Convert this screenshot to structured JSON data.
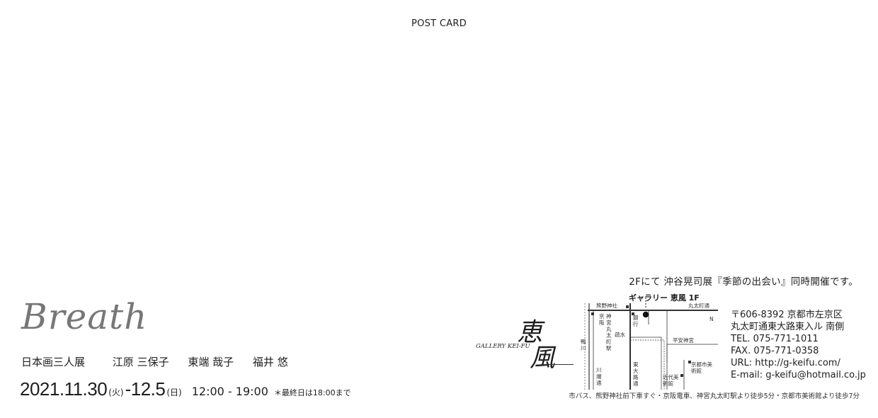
{
  "postcard_label": "POST CARD",
  "title": "Breath",
  "subtitle": {
    "exhibition": "日本画三人展",
    "artists": [
      "江原 三保子",
      "東端 哉子",
      "福井 悠"
    ]
  },
  "dates": {
    "start": "2021.11.30",
    "start_day": "(火)",
    "separator": "-",
    "end": "12.5",
    "end_day": "(日)",
    "hours": "12:00 - 19:00",
    "note": "＊最終日は18:00まで"
  },
  "concurrent": "2Fにて 沖谷晃司展『季節の出会い』同時開催です。",
  "logo": {
    "kanji_1": "恵",
    "kanji_2": "風",
    "text": "GALLERY KEI-FU"
  },
  "map": {
    "gallery_label": "ギャラリー 恵風 1F",
    "kumano": "熊野神社",
    "marutamachi_dori": "丸太町通",
    "north": "N",
    "bank": "銀行",
    "sosui": "疏水",
    "heian": "平安神宮",
    "keihan": "神宮丸太町駅",
    "kyoto_museum": "京都市美術館",
    "modern_museum": "近代美術館",
    "kamogawa": "鴨川",
    "kawabata": "川端通",
    "higashioji": "東大路通",
    "keihan_line": "京阪"
  },
  "contact": {
    "address_1": "〒606-8392 京都市左京区",
    "address_2": "丸太町通東大路東入ル 南側",
    "tel": "TEL. 075-771-1011",
    "fax": "FAX. 075-771-0358",
    "url": "URL: http://g-keifu.com/",
    "email": "E-mail: g-keifu@hotmail.co.jp"
  },
  "access": "市バス、熊野神社前下車すぐ・京阪電車、神宮丸太町駅より徒歩5分・京都市美術館より徒歩7分"
}
